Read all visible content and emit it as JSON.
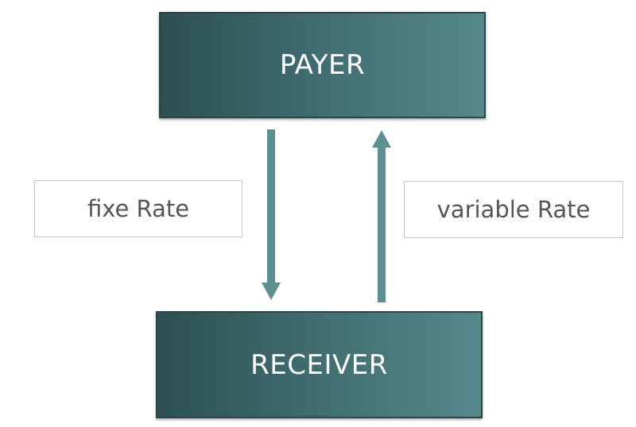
{
  "nodes": {
    "payer": "PAYER",
    "receiver": "RECEIVER"
  },
  "labels": {
    "fixed": "fixe Rate",
    "variable": "variable Rate"
  },
  "colors": {
    "node_dark": "#2d4f52",
    "node_light": "#55898b",
    "arrow": "#5b8f91",
    "label_text": "#555555",
    "label_border": "#c8c8c8"
  }
}
